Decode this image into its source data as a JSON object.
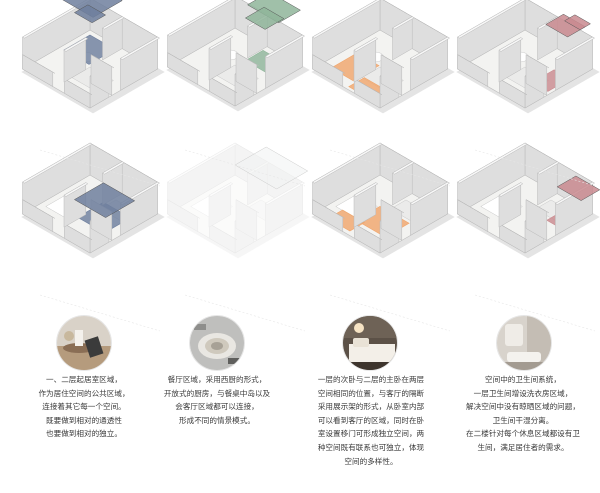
{
  "colors": {
    "public": "#6e7f9e",
    "dining": "#8fb59a",
    "bedroom": "#f0a66c",
    "bathroom": "#c98a8f",
    "wall": "#ececec",
    "floor": "#f3f3f1"
  },
  "columns": [
    {
      "theme": "public-living-zone",
      "accent": "#6e7f9e",
      "caption": [
        "一、二层起居室区域，",
        "作为居住空间的公共区域，",
        "连接着其它每一个空间。",
        "既要做到相对的通透性",
        "也要做到相对的独立。"
      ]
    },
    {
      "theme": "dining-kitchen-zone",
      "accent": "#8fb59a",
      "caption": [
        "餐厅区域，采用西厨的形式，",
        "开放式的厨房，与餐桌中岛以及",
        "会客厅区域都可以连接，",
        "形成不同的情景模式。"
      ]
    },
    {
      "theme": "bedroom-zone",
      "accent": "#f0a66c",
      "caption": [
        "一层的次卧与二层的主卧在两层",
        "空间相同的位置，与客厅的隔断",
        "采用展示架的形式，从卧室内部",
        "可以看到客厅的区域，同时在卧",
        "室设置移门可形成独立空间，两",
        "种空间既有联系也可独立，体现",
        "空间的多样性。"
      ]
    },
    {
      "theme": "bathroom-zone",
      "accent": "#c98a8f",
      "caption": [
        "空间中的卫生间系统，",
        "一层卫生间增设洗衣房区域，",
        "解决空间中没有晾晒区域的问题，",
        "卫生间干湿分离。",
        "在二楼针对每个休息区域都设有卫",
        "生间，满足居住者的需求。"
      ]
    }
  ]
}
